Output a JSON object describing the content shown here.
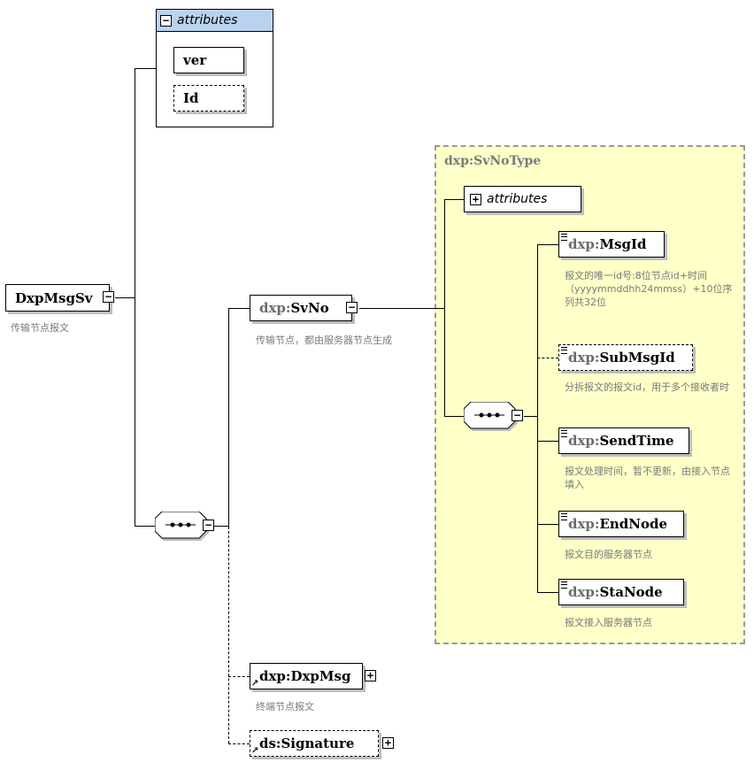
{
  "root": {
    "name": "DxpMsgSv",
    "doc": "传输节点报文"
  },
  "root_attributes": {
    "label": "attributes",
    "items": [
      "ver",
      "Id"
    ]
  },
  "svno": {
    "ns": "dxp",
    "name": "SvNo",
    "doc": "传输节点，都由服务器节点生成"
  },
  "dxpmsg": {
    "label": "dxp:DxpMsg",
    "doc": "终端节点报文"
  },
  "signature": {
    "label": "ds:Signature"
  },
  "svno_type": {
    "label": "dxp:SvNoType",
    "attributes_label": "attributes",
    "children": [
      {
        "ns": "dxp",
        "name": "MsgId",
        "doc": "报文的唯一id号:8位节点id+时间（yyyymmddhh24mmss）+10位序列共32位"
      },
      {
        "ns": "dxp",
        "name": "SubMsgId",
        "doc": "分拆报文的报文id，用于多个接收者时"
      },
      {
        "ns": "dxp",
        "name": "SendTime",
        "doc": "报文处理时间，暂不更新，由接入节点填入"
      },
      {
        "ns": "dxp",
        "name": "EndNode",
        "doc": "报文目的服务器节点"
      },
      {
        "ns": "dxp",
        "name": "StaNode",
        "doc": "报文接入服务器节点"
      }
    ]
  }
}
